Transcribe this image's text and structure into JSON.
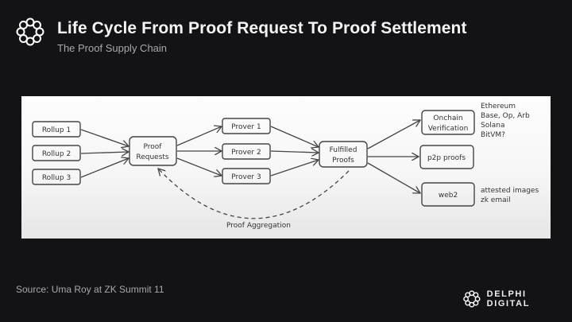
{
  "header": {
    "title": "Life Cycle From Proof Request To Proof Settlement",
    "subtitle": "The Proof Supply Chain"
  },
  "diagram": {
    "rollups": [
      "Rollup 1",
      "Rollup 2",
      "Rollup 3"
    ],
    "proof_requests": [
      "Proof",
      "Requests"
    ],
    "provers": [
      "Prover 1",
      "Prover 2",
      "Prover 3"
    ],
    "fulfilled": [
      "Fulfilled",
      "Proofs"
    ],
    "onchain": [
      "Onchain",
      "Verification"
    ],
    "p2p": "p2p proofs",
    "web2": "web2",
    "onchain_notes": [
      "Ethereum",
      "Base, Op, Arb",
      "Solana",
      "BitVM?"
    ],
    "web2_notes": [
      "attested images",
      "zk email"
    ],
    "aggregation": "Proof Aggregation"
  },
  "footer": {
    "source": "Source: Uma Roy at ZK Summit 11",
    "brand": "DELPHI DIGITAL"
  }
}
